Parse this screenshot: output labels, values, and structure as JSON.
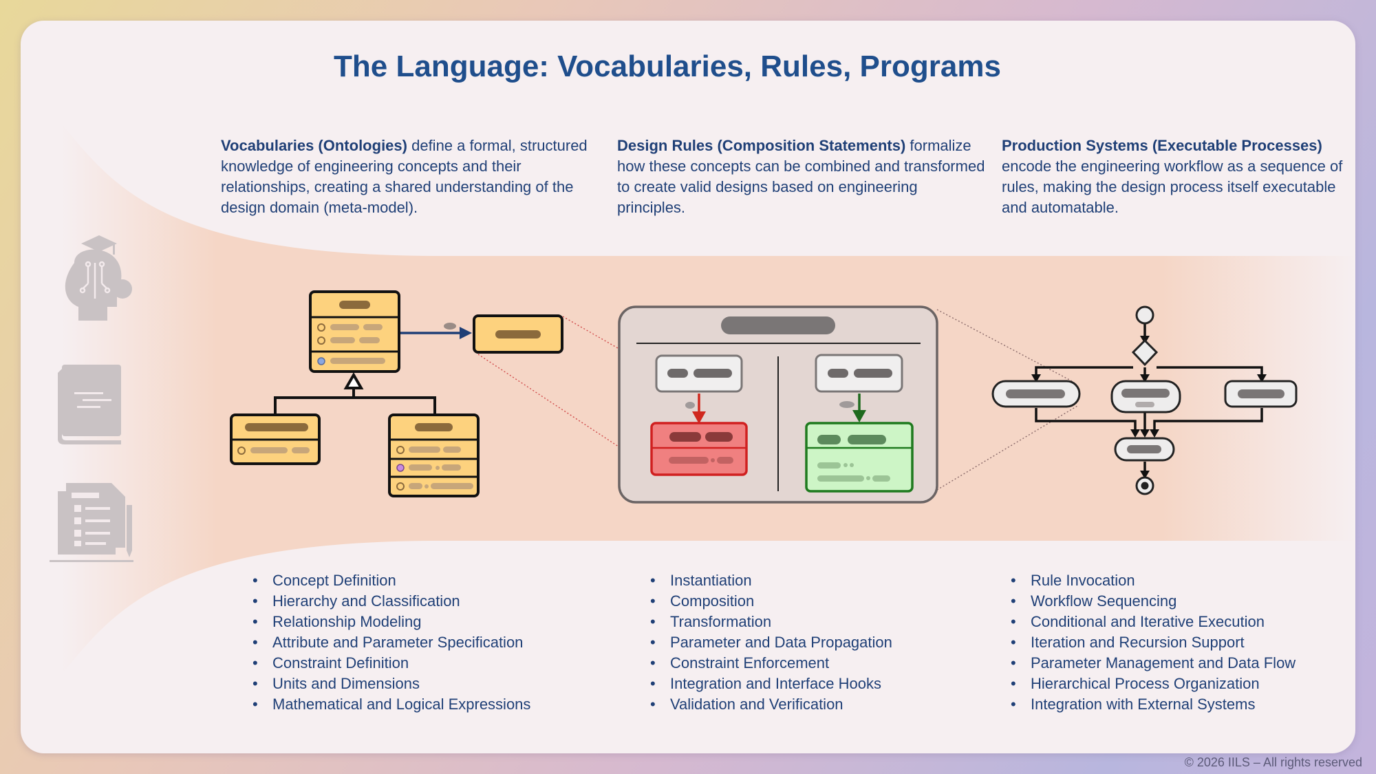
{
  "title": "The Language: Vocabularies, Rules, Programs",
  "columns": [
    {
      "heading": "Vocabularies (Ontologies)",
      "description": " define a formal, structured knowledge of engineering concepts and their relationships, creating a shared understanding of the design domain (meta-model).",
      "bullets": [
        "Concept Definition",
        "Hierarchy and Classification",
        "Relationship Modeling",
        "Attribute and Parameter Specification",
        "Constraint Definition",
        "Units and Dimensions",
        "Mathematical and Logical Expressions"
      ]
    },
    {
      "heading": "Design Rules (Composition Statements)",
      "description": " formalize how these concepts can be combined and transformed to create valid designs based on engineering principles.",
      "bullets": [
        "Instantiation",
        "Composition",
        "Transformation",
        "Parameter and Data Propagation",
        "Constraint Enforcement",
        "Integration and Interface Hooks",
        "Validation and Verification"
      ]
    },
    {
      "heading": "Production Systems (Executable Processes)",
      "description": " encode the engineering workflow as a sequence of rules, making the design process itself executable and automatable.",
      "bullets": [
        "Rule Invocation",
        "Workflow Sequencing",
        "Conditional and Iterative Execution",
        "Iteration and Recursion Support",
        "Parameter Management and Data Flow",
        "Hierarchical Process Organization",
        "Integration with External Systems"
      ]
    }
  ],
  "side_icons": [
    "head-gear-icon",
    "book-icon",
    "document-checklist-icon"
  ],
  "colors": {
    "title": "#1f4e8c",
    "text": "#1f3f76",
    "class_fill": "#fdd27e",
    "rule_red": "#f08080",
    "rule_green": "#cdf5c6",
    "band": "#f5d6c6"
  },
  "footer": "© 2026 IILS – All rights reserved"
}
